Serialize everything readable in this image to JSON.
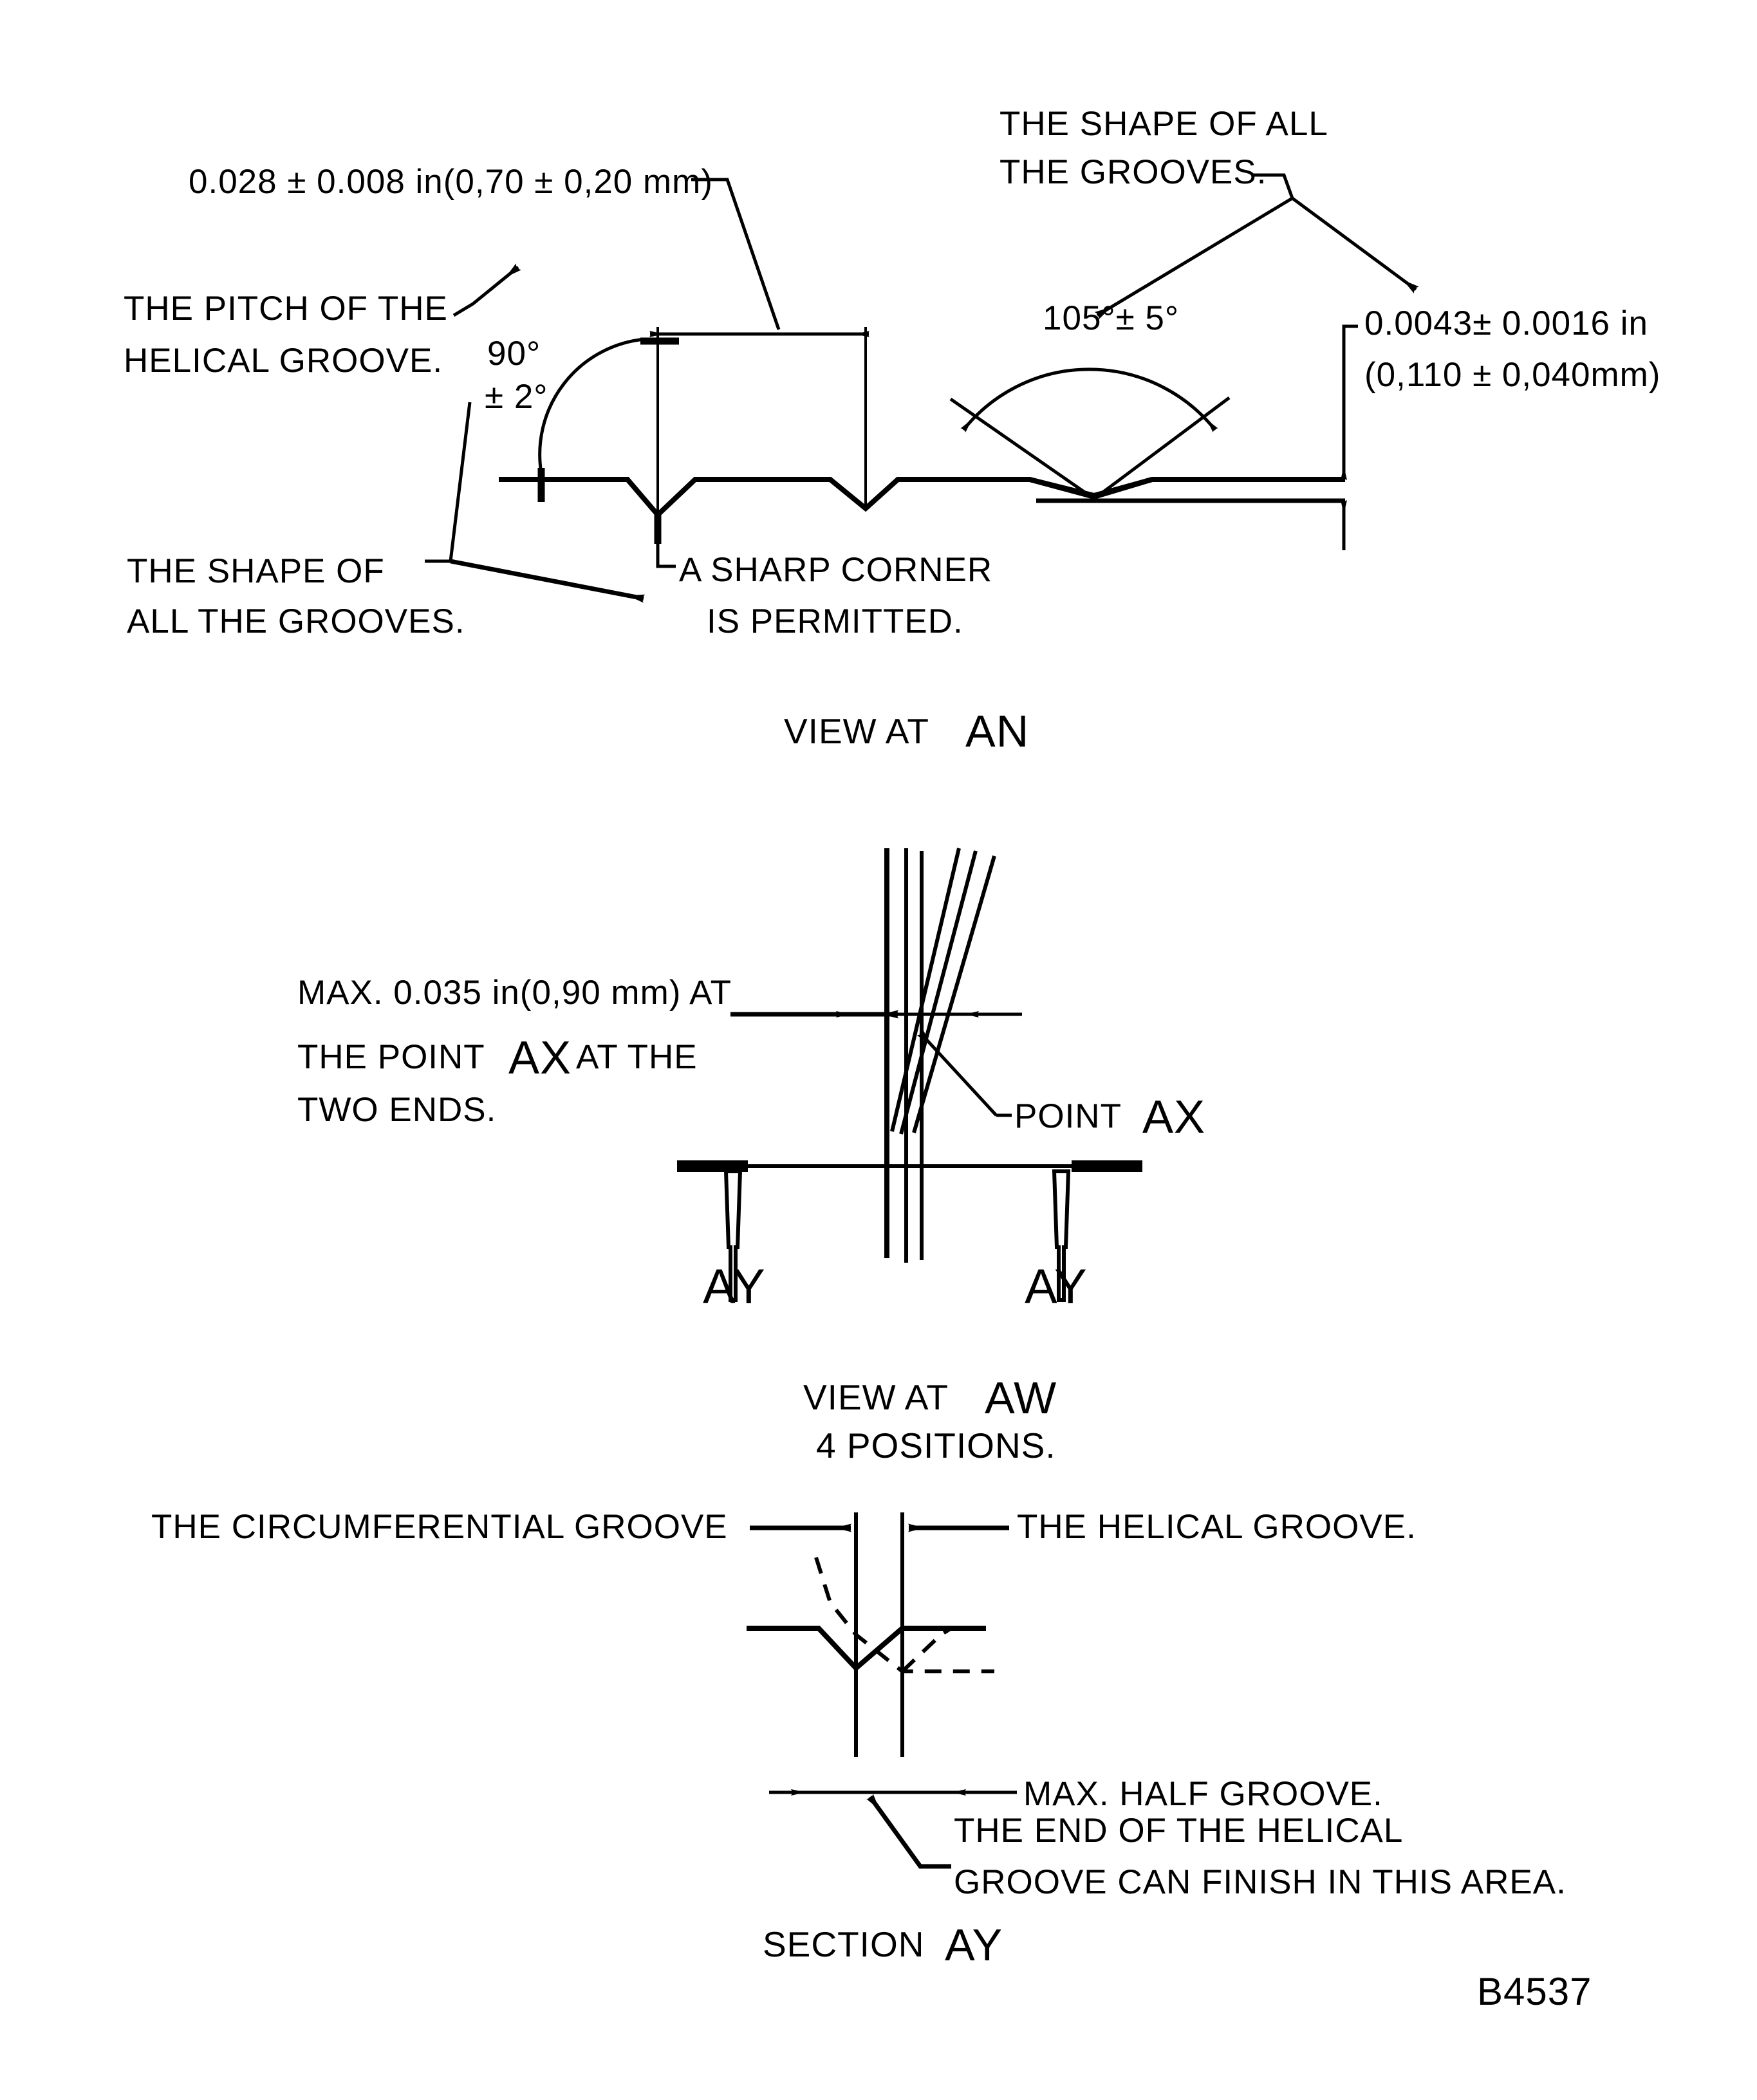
{
  "drawing": {
    "number": "B4537",
    "background_color": "#ffffff",
    "line_color": "#000000"
  },
  "views": [
    {
      "id": "view-an",
      "caption_prefix": "VIEW AT",
      "caption_ref": "AN"
    },
    {
      "id": "view-aw",
      "caption_prefix": "VIEW AT",
      "caption_ref": "AW",
      "caption_sub": "4 POSITIONS."
    },
    {
      "id": "section-ay",
      "caption_prefix": "SECTION",
      "caption_ref": "AY"
    }
  ],
  "annotations": {
    "pitch_dimension": "0.028 ± 0.008 in(0,70 ± 0,20 mm)",
    "pitch_label_line1": "THE PITCH OF THE",
    "pitch_label_line2": "HELICAL GROOVE.",
    "angle_90_line1": "90°",
    "angle_90_line2": "± 2°",
    "shape_all_grooves_left_line1": "THE SHAPE OF",
    "shape_all_grooves_left_line2": "ALL THE GROOVES.",
    "sharp_corner_line1": "A SHARP CORNER",
    "sharp_corner_line2": "IS PERMITTED.",
    "shape_all_grooves_top_line1": "THE SHAPE OF ALL",
    "shape_all_grooves_top_line2": "THE GROOVES.",
    "angle_105": "105°± 5°",
    "depth_dimension_line1": "0.0043± 0.0016 in",
    "depth_dimension_line2": "(0,110 ± 0,040mm)",
    "max_ax_line1": "MAX. 0.035 in(0,90 mm) AT",
    "max_ax_line2_a": "THE POINT",
    "max_ax_line2_ref": "AX",
    "max_ax_line2_b": "AT THE",
    "max_ax_line3": "TWO ENDS.",
    "point_ax_label": "POINT",
    "point_ax_ref": "AX",
    "section_arrow_left": "AY",
    "section_arrow_right": "AY",
    "circumferential_groove": "THE CIRCUMFERENTIAL GROOVE",
    "helical_groove": "THE HELICAL GROOVE.",
    "max_half_groove": "MAX. HALF GROOVE.",
    "end_helical_line1": "THE END OF THE HELICAL",
    "end_helical_line2": "GROOVE CAN FINISH IN THIS AREA."
  }
}
